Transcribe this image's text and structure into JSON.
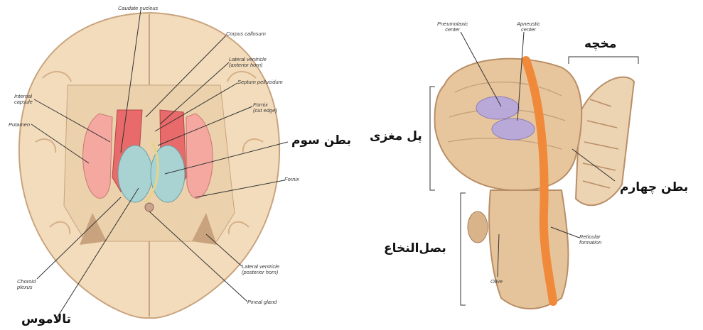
{
  "left_figure": {
    "labels": {
      "caudate": "Caudate nucleus",
      "corpus": "Corpus callosum",
      "lateral_anterior": "Lateral ventricle\n(anterior horn)",
      "septum": "Septum pellucidum",
      "fornix_cut": "Fornix\n(cut edge)",
      "fornix": "Fornix",
      "internal_capsule": "Internal\ncapsule",
      "putamen": "Putamen",
      "choroid": "Choroid\nplexus",
      "lateral_posterior": "Lateral ventricle\n(posterior horn)",
      "pineal": "Pineal gland"
    },
    "persian": {
      "third_ventricle": "بطن سوم",
      "thalamus": "تالاموس"
    }
  },
  "right_figure": {
    "labels": {
      "pneumotaxic": "Pneumotaxic\ncenter",
      "apneustic": "Apneustic\ncenter",
      "reticular": "Reticular\nformation",
      "olive": "Olive"
    },
    "persian": {
      "cerebellum": "مخچه",
      "pons": "پل مغزی",
      "fourth_ventricle": "بطن چهارم",
      "medulla": "بصل‌النخاع"
    }
  },
  "colors": {
    "tissue": "#f3dcbc",
    "cortex": "#e8c29a",
    "ventricle": "#a9d3d2",
    "putamen": "#f4a8a0",
    "reticular": "#f08a3a",
    "centers": "#b7a8dc"
  }
}
